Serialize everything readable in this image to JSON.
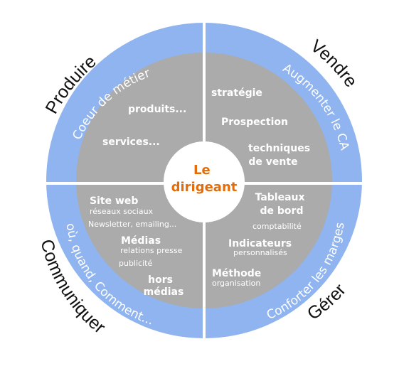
{
  "colors": {
    "ring": "#8fb4ef",
    "inner": "#ababab",
    "center_text": "#e46c0a",
    "outer_text": "#111111"
  },
  "center": {
    "line1": "Le",
    "line2": "dirigeant"
  },
  "quadrants": {
    "produire": {
      "outer_label": "Produire",
      "ring_label": "Coeur de métier",
      "items": [
        "produits...",
        "services..."
      ]
    },
    "vendre": {
      "outer_label": "Vendre",
      "ring_label": "Augmenter le CA",
      "items": [
        "stratégie",
        "Prospection",
        "techniques",
        "de vente"
      ]
    },
    "communiquer": {
      "outer_label": "Communiquer",
      "ring_label": "où, quand, Comment...",
      "items": {
        "site_web": "Site web",
        "reseaux": "réseaux sociaux",
        "newsletter": "Newsletter, emailing...",
        "medias": "Médias",
        "relations": "relations presse",
        "publicite": "publicité",
        "hors": "hors",
        "hors_medias": "médias"
      }
    },
    "gerer": {
      "outer_label": "Gérer",
      "ring_label": "Conforter les marges",
      "items": {
        "tableaux": "Tableaux",
        "de_bord": "de bord",
        "comptabilite": "comptabilité",
        "indicateurs": "Indicateurs",
        "personnalises": "personnalisés",
        "methode": "Méthode",
        "organisation": "organisation"
      }
    }
  }
}
